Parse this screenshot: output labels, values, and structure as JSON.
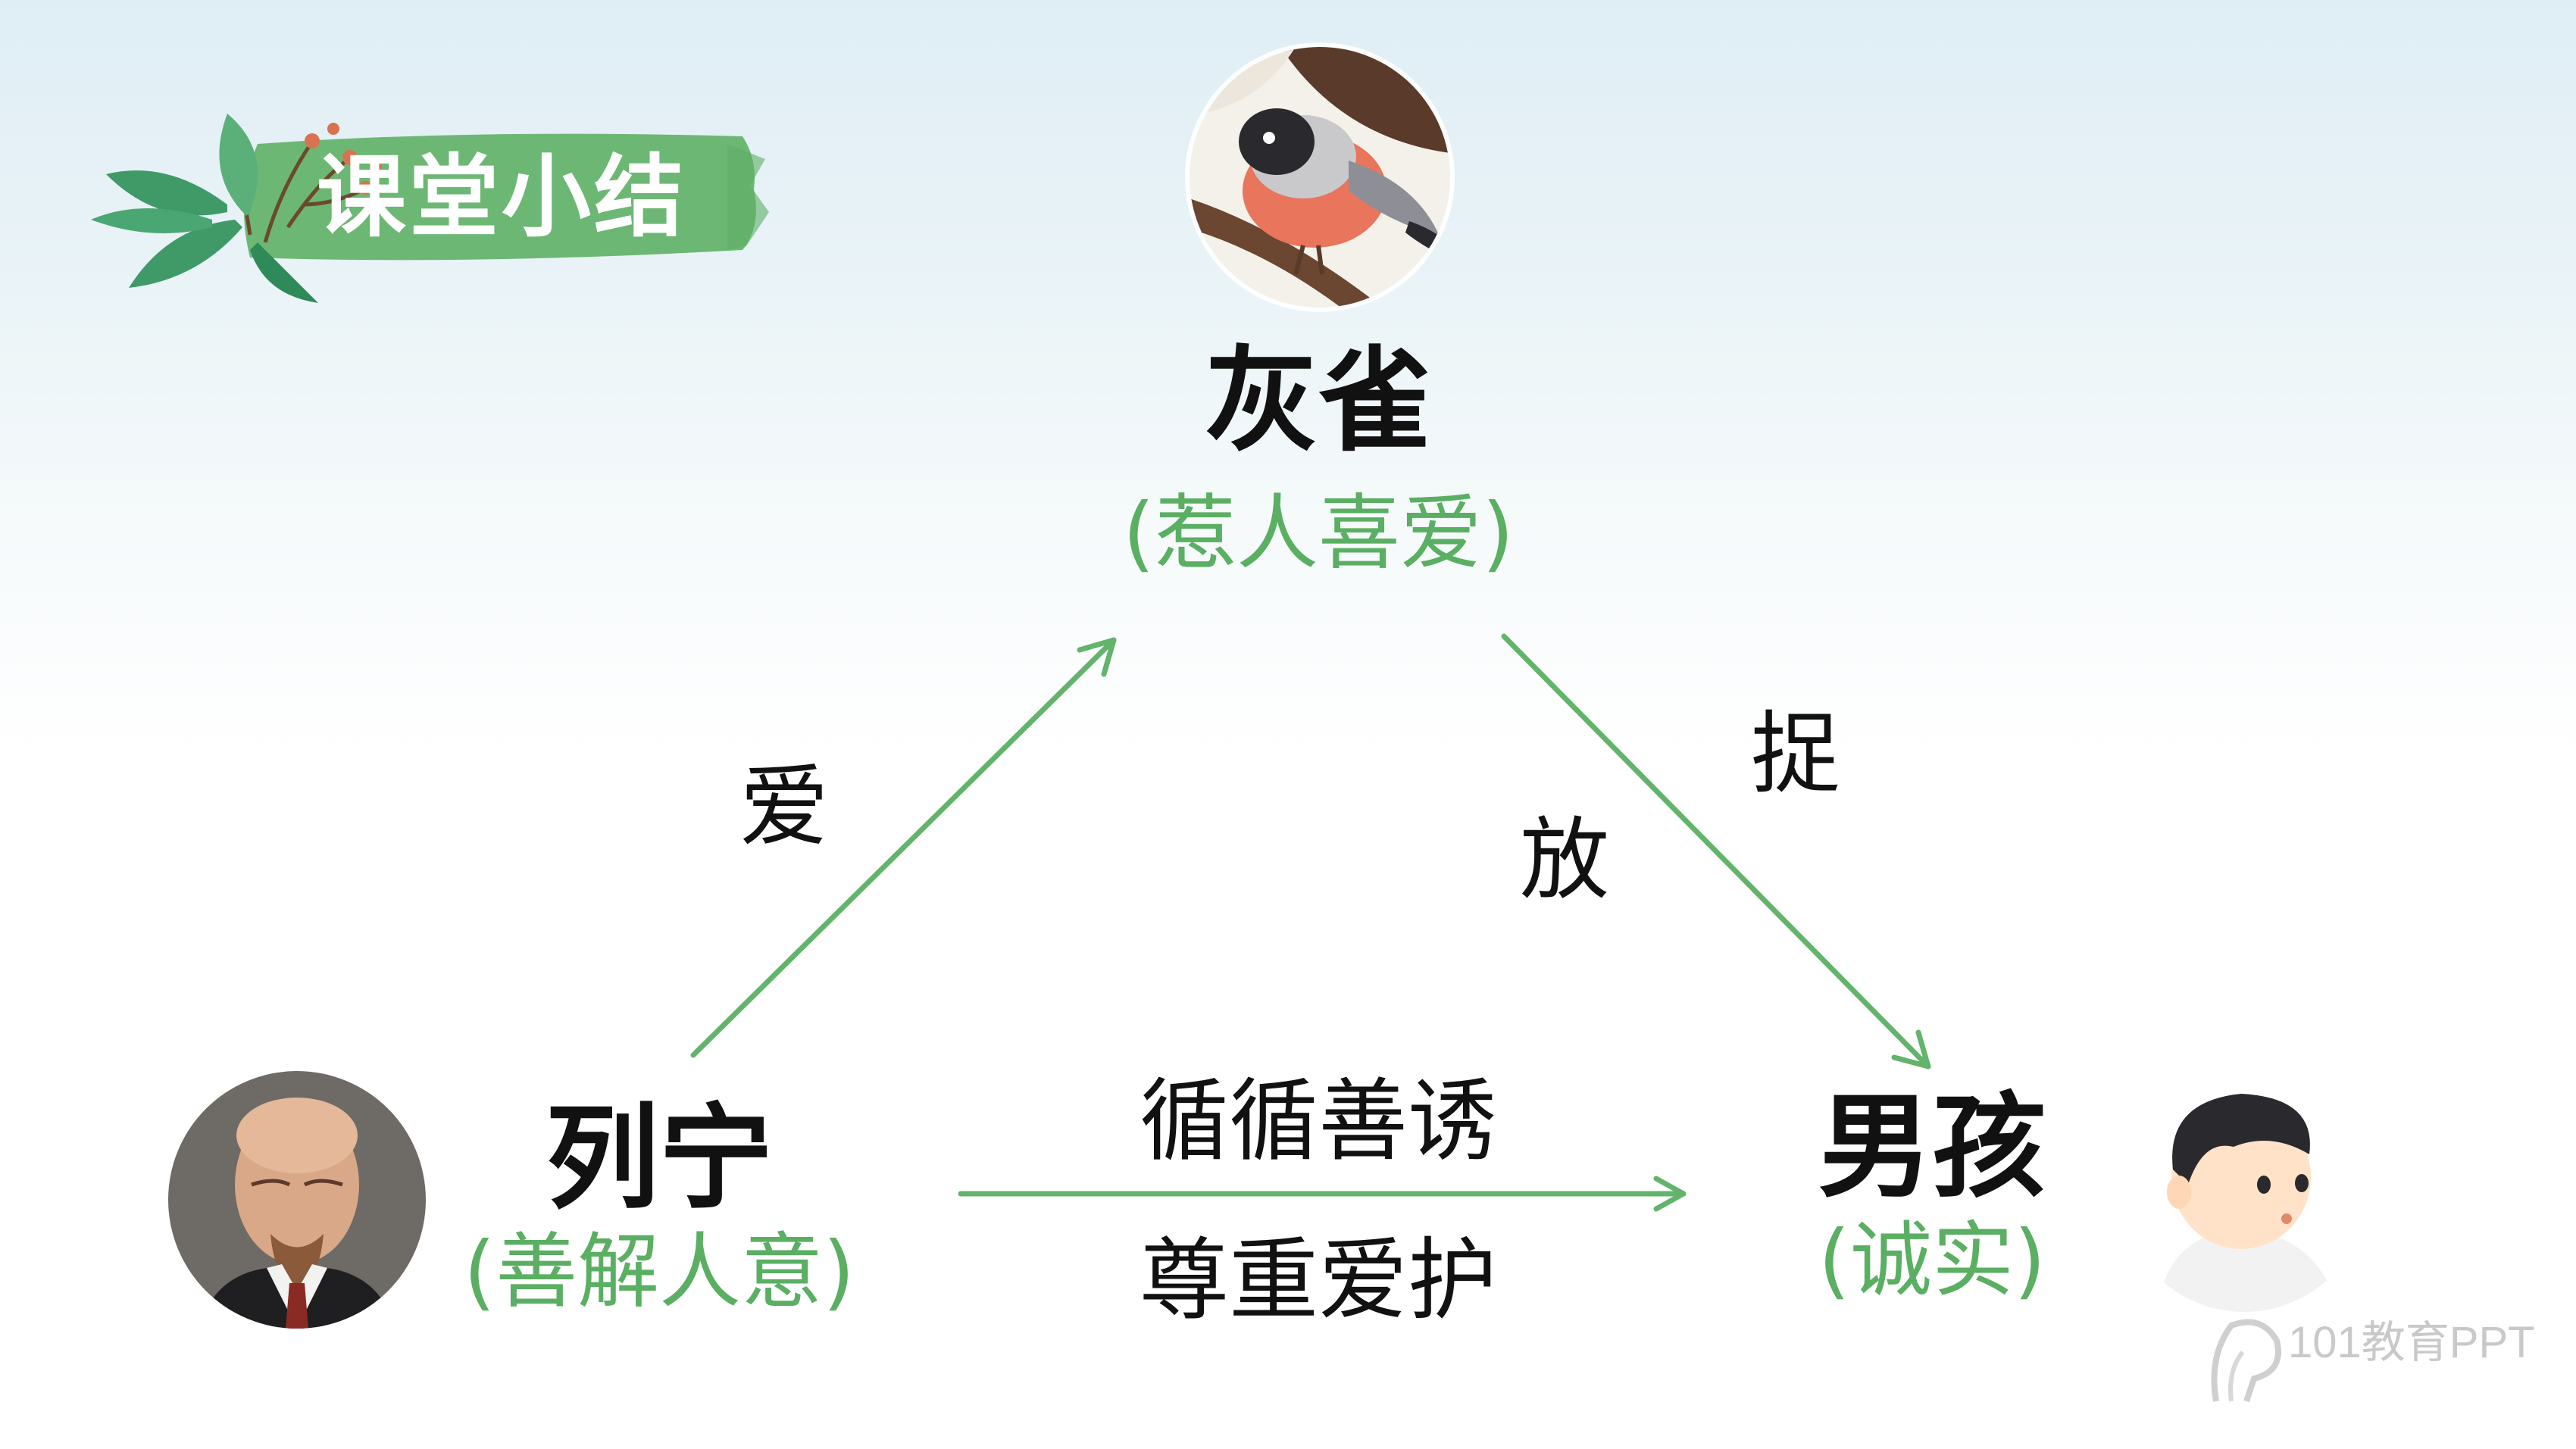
{
  "banner": {
    "title": "课堂小结"
  },
  "nodes": {
    "sparrow": {
      "name": "灰雀",
      "trait": "(惹人喜爱)",
      "image": "bullfinch-portrait"
    },
    "lenin": {
      "name": "列宁",
      "trait": "(善解人意)",
      "image": "lenin-portrait"
    },
    "boy": {
      "name": "男孩",
      "trait": "(诚实)",
      "image": "boy-cartoon"
    }
  },
  "relations": {
    "lenin_to_sparrow": "爱",
    "boy_to_sparrow_catch": "捉",
    "boy_to_sparrow_release": "放",
    "lenin_to_boy_top": "循循善诱",
    "lenin_to_boy_bottom": "尊重爱护"
  },
  "watermark": {
    "text": "101教育PPT"
  },
  "colors": {
    "accent": "#5aaf62",
    "arrow": "#63b46b",
    "text": "#111111"
  }
}
